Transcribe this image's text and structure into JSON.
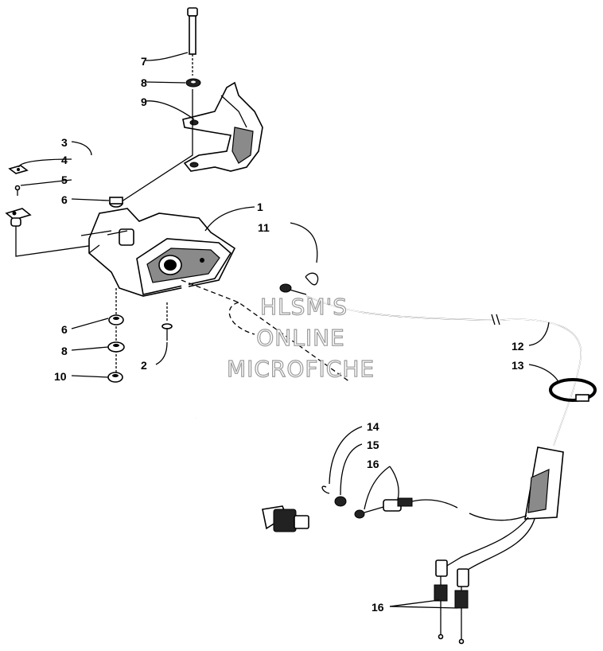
{
  "callouts": {
    "c1": "1",
    "c2": "2",
    "c3": "3",
    "c4": "4",
    "c5": "5",
    "c6a": "6",
    "c6b": "6",
    "c7": "7",
    "c8a": "8",
    "c8b": "8",
    "c9": "9",
    "c10": "10",
    "c11": "11",
    "c12": "12",
    "c13": "13",
    "c14": "14",
    "c15": "15",
    "c16a": "16",
    "c16b": "16"
  },
  "watermark": {
    "line1": "HLSM'S",
    "line2": "ONLINE",
    "line3": "MICROFICHE"
  }
}
